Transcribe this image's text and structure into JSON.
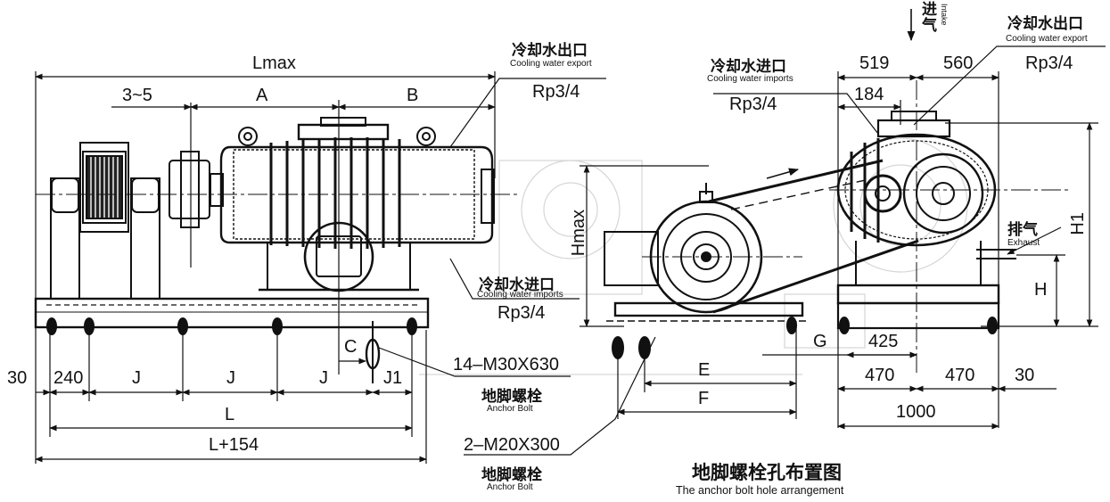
{
  "dimensions": {
    "lmax": "Lmax",
    "a": "A",
    "b": "B",
    "gap": "3~5",
    "c": "C",
    "d30_left": "30",
    "d240": "240",
    "j1": "J",
    "j2": "J",
    "j3": "J",
    "j_end": "J1",
    "l": "L",
    "l154": "L+154",
    "hmax": "Hmax",
    "e": "E",
    "f": "F",
    "g": "G",
    "d519": "519",
    "d560": "560",
    "d184": "184",
    "d425": "425",
    "d470a": "470",
    "d470b": "470",
    "d30_right": "30",
    "d1000": "1000",
    "h": "H",
    "h1": "H1"
  },
  "callouts": {
    "cw_export_left_cn": "冷却水出口",
    "cw_export_left_en": "Cooling water export",
    "rp_left_top": "Rp3/4",
    "cw_import_left_cn": "冷却水进口",
    "cw_import_left_en": "Cooling water imports",
    "rp_left_bottom": "Rp3/4",
    "bolt_large": "14–M30X630",
    "anchor_bolt_cn_1": "地脚螺栓",
    "anchor_bolt_en_1": "Anchor Bolt",
    "bolt_small": "2–M20X300",
    "anchor_bolt_cn_2": "地脚螺栓",
    "anchor_bolt_en_2": "Anchor Bolt",
    "cw_import_right_cn": "冷却水进口",
    "cw_import_right_en": "Cooling water imports",
    "rp_right_import": "Rp3/4",
    "cw_export_right_cn": "冷却水出口",
    "cw_export_right_en": "Cooling water export",
    "rp_right_export": "Rp3/4",
    "intake_cn": "进气",
    "intake_en": "Intake",
    "exhaust_cn": "排气",
    "exhaust_en": "Exhaust"
  },
  "footer": {
    "title_cn": "地脚螺栓孔布置图",
    "title_en": "The anchor bolt hole arrangement"
  }
}
